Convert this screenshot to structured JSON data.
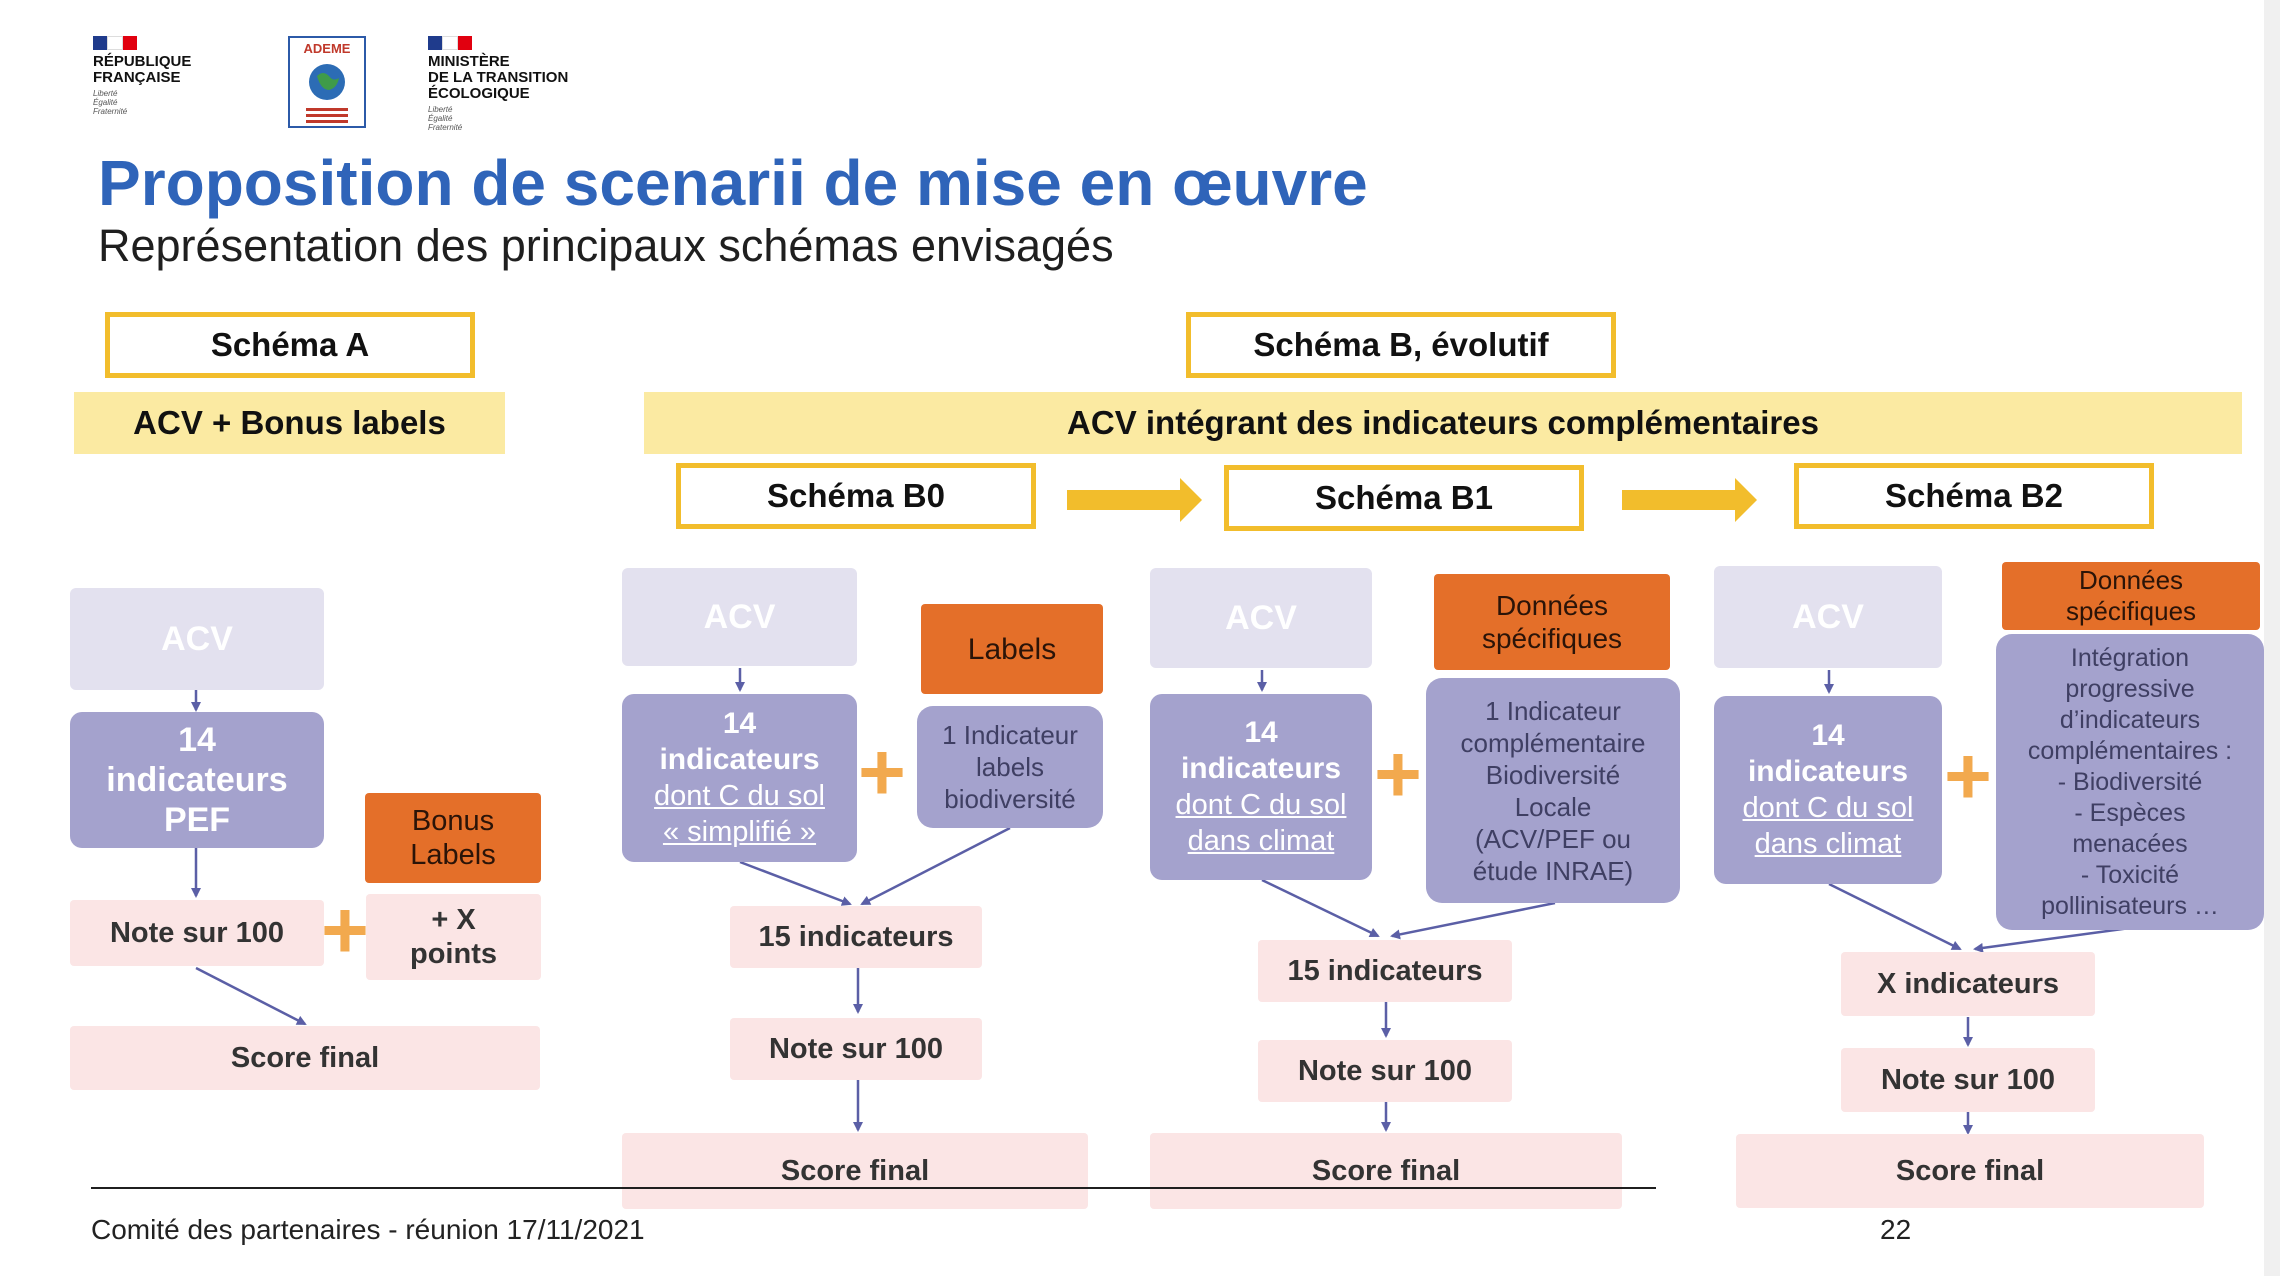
{
  "logos": {
    "republique": [
      "RÉPUBLIQUE",
      "FRANÇAISE"
    ],
    "republique_motto": [
      "Liberté",
      "Égalité",
      "Fraternité"
    ],
    "ademe": "ADEME",
    "ministere": [
      "MINISTÈRE",
      "DE LA TRANSITION",
      "ÉCOLOGIQUE"
    ],
    "ministere_motto": [
      "Liberté",
      "Égalité",
      "Fraternité"
    ]
  },
  "title": "Proposition de scenarii de mise en œuvre",
  "subtitle": "Représentation des principaux schémas envisagés",
  "schema_a": {
    "label": "Schéma A",
    "band": "ACV + Bonus labels",
    "acv": "ACV",
    "indicators": [
      "14",
      "indicateurs",
      "PEF"
    ],
    "bonus": [
      "Bonus",
      "Labels"
    ],
    "note": "Note sur 100",
    "points": [
      "+ X",
      "points"
    ],
    "score": "Score final"
  },
  "schema_b": {
    "label": "Schéma B, évolutif",
    "band": "ACV intégrant des indicateurs complémentaires"
  },
  "b0": {
    "label": "Schéma B0",
    "acv": "ACV",
    "indicators": {
      "num": "14",
      "word": "indicateurs",
      "line1": "dont C du sol",
      "line2": "« simplifié »"
    },
    "orange": [
      "Labels"
    ],
    "desc": [
      "1 Indicateur",
      "labels",
      "biodiversité"
    ],
    "total": "15 indicateurs",
    "note": "Note sur 100",
    "score": "Score final"
  },
  "b1": {
    "label": "Schéma B1",
    "acv": "ACV",
    "indicators": {
      "num": "14",
      "word": "indicateurs",
      "line1": "dont C du sol",
      "line2": "dans climat"
    },
    "orange": [
      "Données",
      "spécifiques"
    ],
    "desc": [
      "1 Indicateur",
      "complémentaire",
      "Biodiversité",
      "Locale",
      "(ACV/PEF ou",
      "étude INRAE)"
    ],
    "total": "15 indicateurs",
    "note": "Note sur 100",
    "score": "Score final"
  },
  "b2": {
    "label": "Schéma B2",
    "acv": "ACV",
    "indicators": {
      "num": "14",
      "word": "indicateurs",
      "line1": "dont C du sol",
      "line2": "dans climat"
    },
    "orange": [
      "Données",
      "spécifiques"
    ],
    "desc": [
      "Intégration",
      "progressive",
      "d’indicateurs",
      "complémentaires :",
      "- Biodiversité",
      "- Espèces",
      "menacées",
      "- Toxicité",
      "pollinisateurs …"
    ],
    "total": "X indicateurs",
    "note": "Note sur 100",
    "score": "Score final"
  },
  "plus_sign": "+",
  "footer": "Comité des partenaires - réunion 17/11/2021",
  "page_number": "22",
  "colors": {
    "title": "#2f64b9",
    "schema_border": "#f2bd2c",
    "band": "#fbeaa2",
    "acv": "#e3e1ef",
    "indicators": "#a4a2cd",
    "orange": "#e46f29",
    "pink": "#fbe5e5",
    "arrow_yellow": "#f2bd2c",
    "plus": "#f2a94e",
    "connector": "#5b5fa6"
  }
}
